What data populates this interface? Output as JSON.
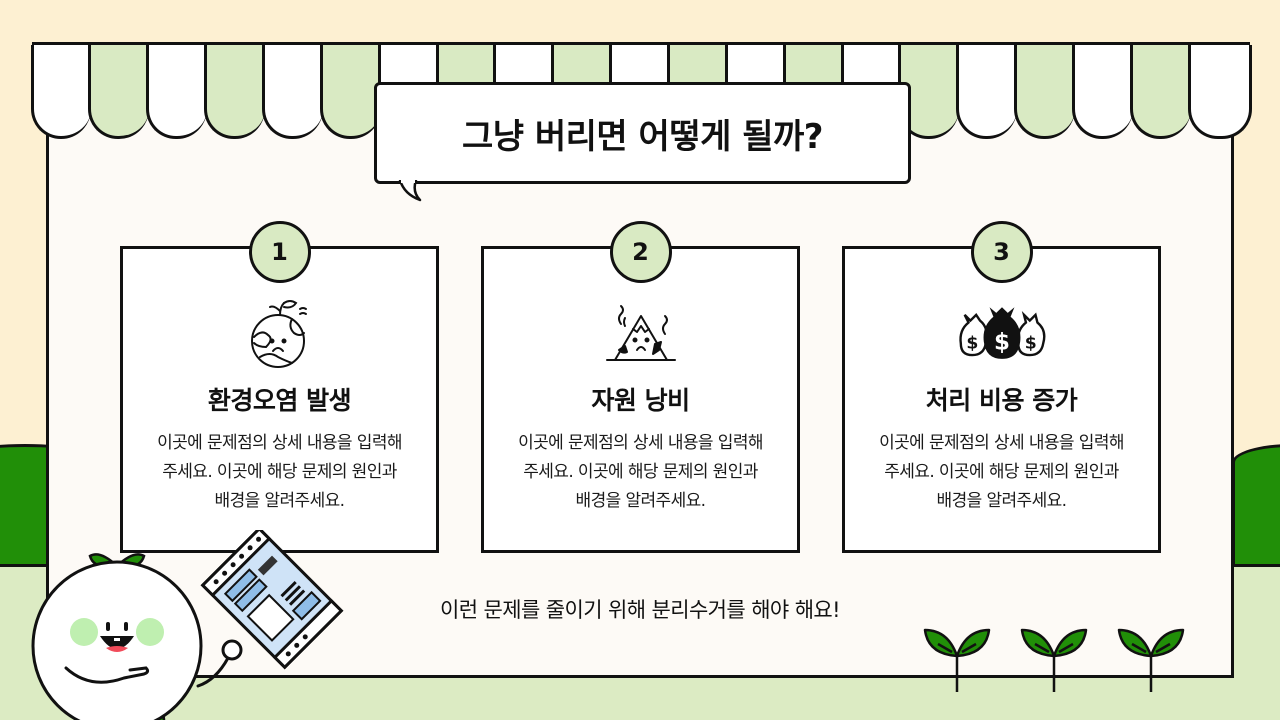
{
  "slide": {
    "title": "그냥 버리면 어떻게 될까?",
    "footer": "이런 문제를 줄이기 위해 분리수거를 해야 해요!"
  },
  "cards": [
    {
      "number": "1",
      "icon": "sad-earth-icon",
      "title": "환경오염 발생",
      "description": "이곳에 문제점의 상세 내용을 입력해 주세요. 이곳에 해당 문제의 원인과 배경을 알려주세요."
    },
    {
      "number": "2",
      "icon": "sad-mountain-icon",
      "title": "자원 낭비",
      "description": "이곳에 문제점의 상세 내용을 입력해 주세요. 이곳에 해당 문제의 원인과 배경을 알려주세요."
    },
    {
      "number": "3",
      "icon": "money-bags-icon",
      "title": "처리 비용 증가",
      "description": "이곳에 문제점의 상세 내용을 입력해 주세요. 이곳에 해당 문제의 원인과 배경을 알려주세요."
    }
  ],
  "decorations": {
    "awning_stripes": [
      "white",
      "green",
      "white",
      "green",
      "white",
      "green",
      "white",
      "green",
      "white",
      "green",
      "white",
      "green",
      "white",
      "green",
      "white",
      "green",
      "white",
      "green",
      "white",
      "green",
      "white"
    ],
    "sprouts": 3,
    "mascot": "seedling-mascot-holding-ticket"
  },
  "colors": {
    "background": "#fdf0d2",
    "board": "#fdfaf6",
    "accent_green_light": "#d9eac3",
    "accent_green_dark": "#218f08",
    "ground": "#dcebc3",
    "outline": "#111111"
  }
}
